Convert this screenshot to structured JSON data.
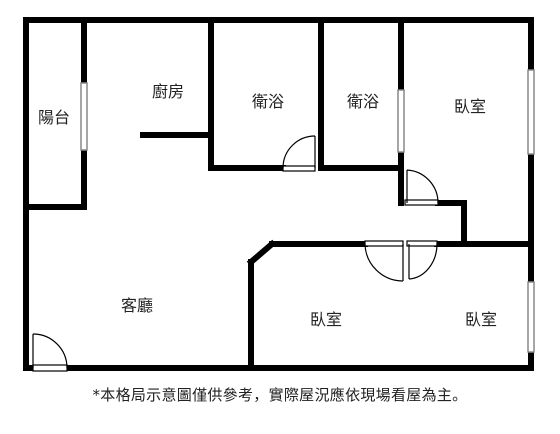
{
  "rooms": {
    "balcony": "陽台",
    "kitchen": "廚房",
    "bath_left": "衛浴",
    "bath_right": "衛浴",
    "bedroom_top_right": "臥室",
    "living_room": "客廳",
    "bedroom_bottom_left": "臥室",
    "bedroom_bottom_right": "臥室"
  },
  "note": "*本格局示意圖僅供參考，實際屋況應依現場看屋為主。",
  "colors": {
    "wall": "#000000",
    "window": "#888888",
    "door": "#000000",
    "background": "#ffffff"
  }
}
